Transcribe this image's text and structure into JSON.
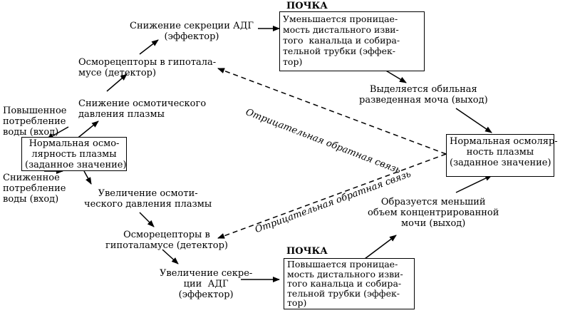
{
  "top": {
    "adh_decrease": "Снижение секреции АДГ\n(эффектор)",
    "kidney_label": "ПОЧКА",
    "kidney_box": "Уменьшается проницае-\nмость дистального изви-\nтого  канальца и собира-\nтельной трубки (эффек-\nтор)",
    "osmoreceptors": "Осморецепторы в гипотала-\nмусе (детектор)",
    "osm_pressure_down": "Снижение осмотического\nдавления плазмы",
    "urine_abundant": "Выделяется обильная\nразведенная моча (выход)",
    "feedback": "Отрицательная обратная связь"
  },
  "left": {
    "increased_intake": "Повышенное\nпотребление\nводы (вход)",
    "norm_box": "Нормальная осмо-\nлярность плазмы\n(заданное значение)",
    "decreased_intake": "Сниженное\nпотребление\nводы (вход)"
  },
  "right": {
    "norm_box": "Нормальная осмоляр-\nность плазмы\n(заданное значение)"
  },
  "bottom": {
    "osm_pressure_up": "Увеличение осмоти-\nческого давления плазмы",
    "osmoreceptors": "Осморецепторы в\nгипоталамусе (детектор)",
    "adh_increase": "Увеличение секре-\nции  АДГ\n(эффектор)",
    "kidney_label": "ПОЧКА",
    "kidney_box": "Повышается проницае-\nмость дистального изви-\nтого канальца и собира-\nтельной трубки (эффек-\nтор)",
    "urine_concentrated": "Образуется меньший\nобъем концентрированной\nмочи (выход)",
    "feedback": "Отрицательная обратная связь"
  }
}
